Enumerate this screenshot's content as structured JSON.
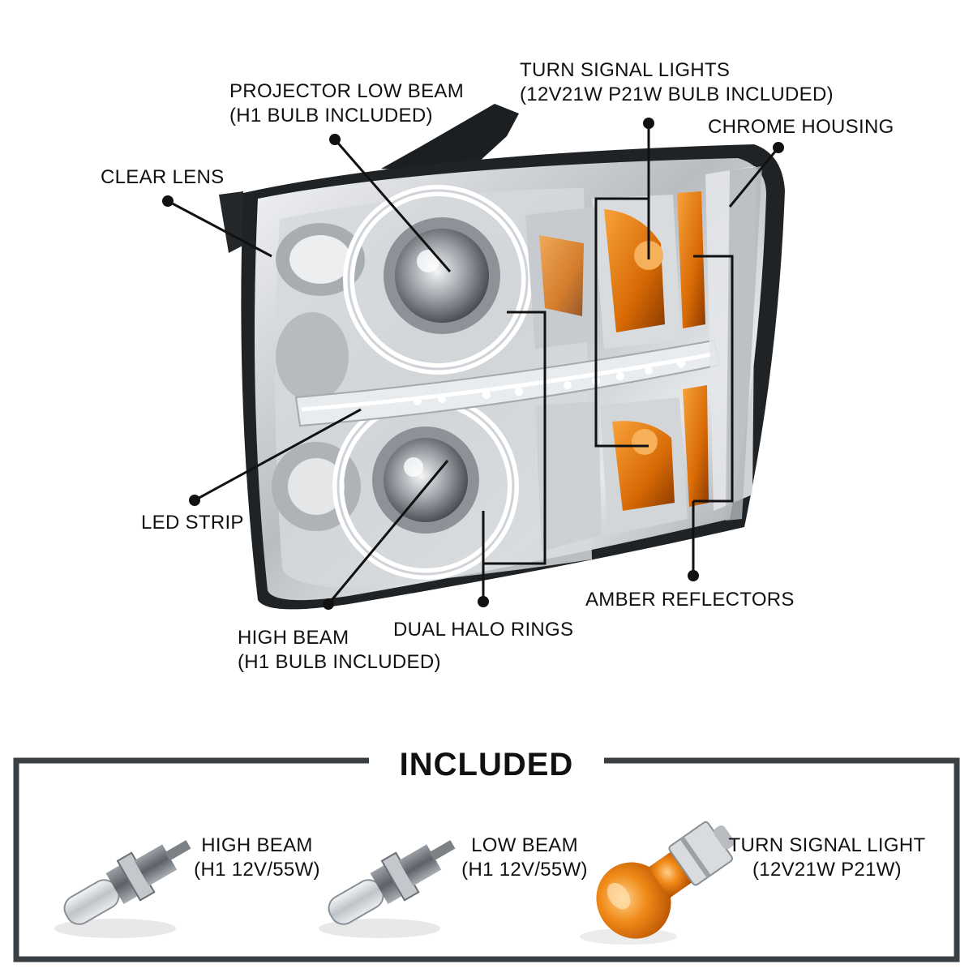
{
  "callouts": {
    "projector_low_beam": [
      "PROJECTOR LOW BEAM",
      "(H1 BULB INCLUDED)"
    ],
    "turn_signal_lights": [
      "TURN SIGNAL LIGHTS",
      "(12V21W P21W BULB INCLUDED)"
    ],
    "chrome_housing": "CHROME HOUSING",
    "clear_lens": "CLEAR LENS",
    "led_strip": "LED STRIP",
    "high_beam": [
      "HIGH BEAM",
      "(H1 BULB INCLUDED)"
    ],
    "dual_halo_rings": "DUAL HALO RINGS",
    "amber_reflectors": "AMBER REFLECTORS"
  },
  "included": {
    "title": "INCLUDED",
    "items": [
      {
        "name": "HIGH BEAM",
        "spec": "(H1 12V/55W)",
        "icon": "h1-bulb-icon"
      },
      {
        "name": "LOW BEAM",
        "spec": "(H1 12V/55W)",
        "icon": "h1-bulb-icon"
      },
      {
        "name": "TURN SIGNAL LIGHT",
        "spec": "(12V21W P21W)",
        "icon": "p21w-amber-bulb-icon"
      }
    ]
  },
  "colors": {
    "callout_line": "#111111",
    "box_border": "#3a3f44",
    "chrome": "#c9ccd0",
    "amber": "#e07a10"
  }
}
